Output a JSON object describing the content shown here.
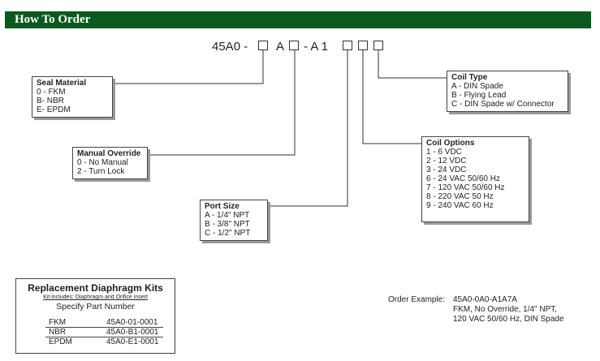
{
  "header": {
    "title": "How To Order"
  },
  "part_code": {
    "prefix": "45A0 -",
    "mid1": "A",
    "mid2": "- A 1"
  },
  "seal_material": {
    "title": "Seal Material",
    "options": [
      "0 -  FKM",
      "B-  NBR",
      "E-  EPDM"
    ]
  },
  "manual_override": {
    "title": "Manual Override",
    "options": [
      "0 -  No Manual",
      "2 -  Turn Lock"
    ]
  },
  "port_size": {
    "title": "Port Size",
    "options": [
      "A - 1/4\" NPT",
      "B - 3/8\" NPT",
      "C - 1/2\" NPT"
    ]
  },
  "coil_type": {
    "title": "Coil Type",
    "options": [
      "A - DIN Spade",
      "B - Flying Lead",
      "C - DIN Spade w/ Connector"
    ]
  },
  "coil_options": {
    "title": "Coil Options",
    "options": [
      "1 - 6 VDC",
      "2 - 12 VDC",
      "3 - 24 VDC",
      "6 - 24 VAC 50/60 Hz",
      "7 - 120 VAC 50/60 Hz",
      "8 - 220 VAC 50 Hz",
      "9 - 240 VAC 60 Hz"
    ]
  },
  "replacement_kits": {
    "title": "Replacement Diaphragm Kits",
    "subtitle": "Kit includes:  Diaphragm and Orifice insert",
    "specify": "Specify Part Number",
    "rows": [
      {
        "material": "FKM",
        "part": "45A0-01-0001"
      },
      {
        "material": "NBR",
        "part": "45A0-B1-0001"
      },
      {
        "material": "EPDM",
        "part": "45A0-E1-0001"
      }
    ]
  },
  "order_example": {
    "label": "Order Example:",
    "code": "45A0-0A0-A1A7A",
    "line2": "FKM, No Override, 1/4\" NPT,",
    "line3": "120 VAC 50/60 Hz, DIN Spade"
  }
}
